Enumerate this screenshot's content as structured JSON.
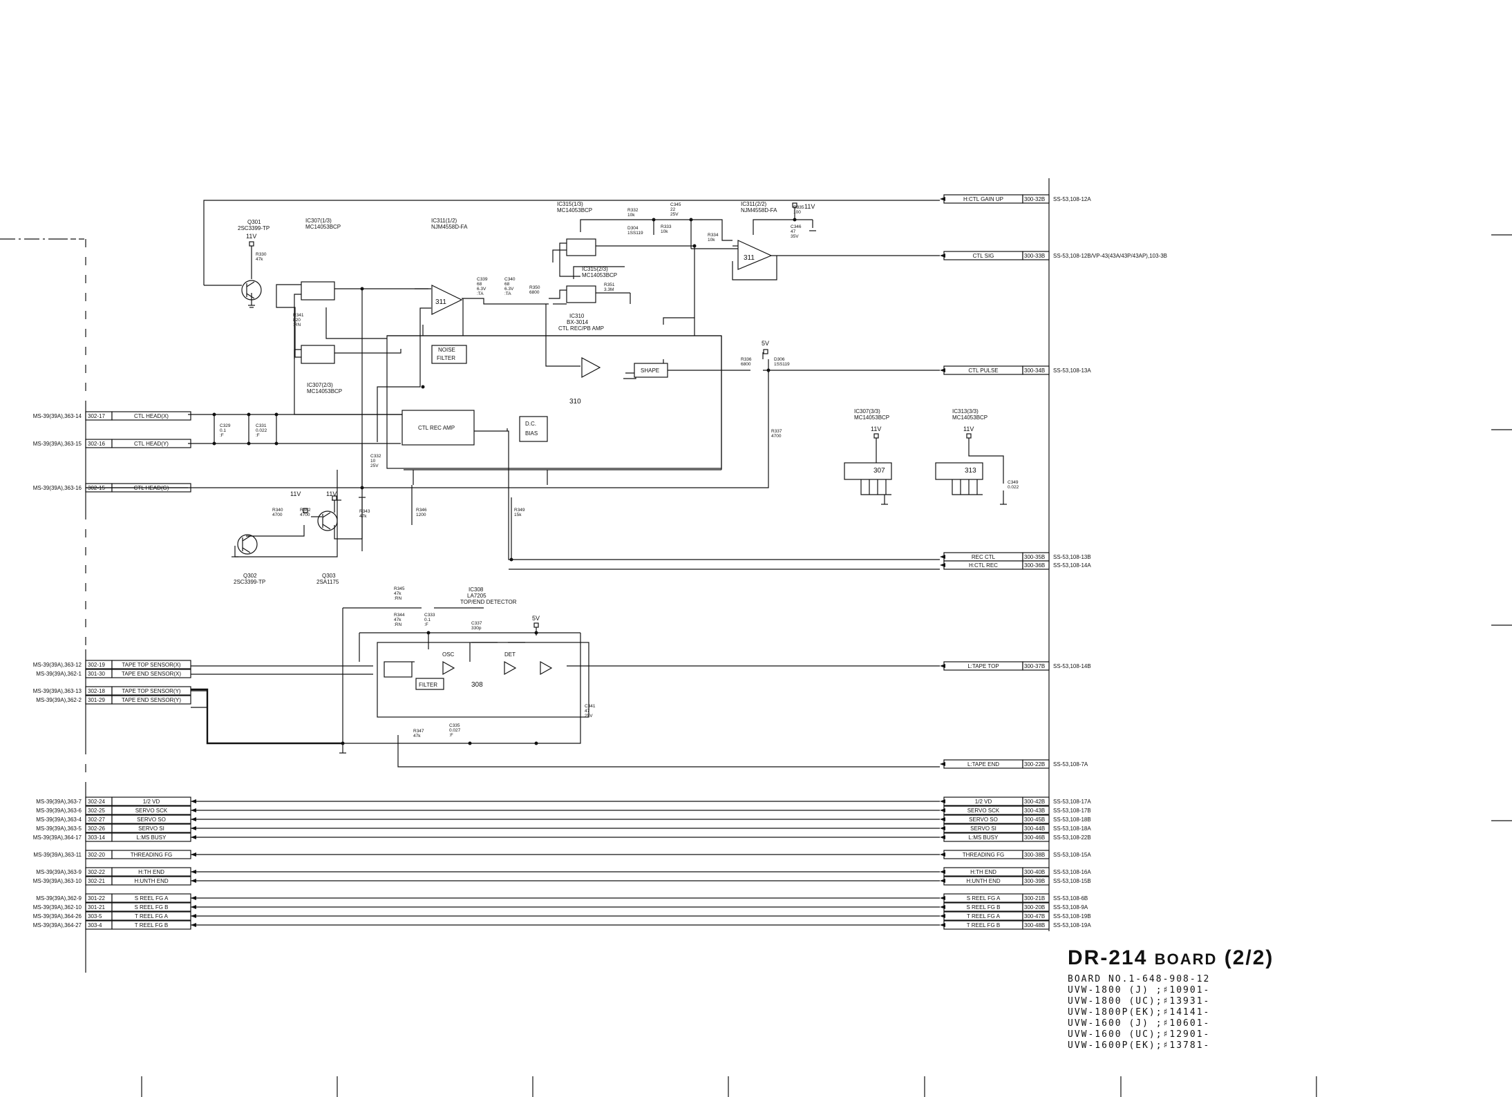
{
  "title": {
    "board": "DR-214",
    "board_word": "BOARD",
    "sheet": "(2/2)",
    "board_no": "BOARD NO.1-648-908-12",
    "models": [
      "UVW-1800 (J) ;♯10901-",
      "UVW-1800 (UC);♯13931-",
      "UVW-1800P(EK);♯14141-",
      "UVW-1600 (J) ;♯10601-",
      "UVW-1600 (UC);♯12901-",
      "UVW-1600P(EK);♯13781-"
    ]
  },
  "left_connectors": [
    {
      "ms": "MS-39(39A),363-14",
      "pin": "302-17",
      "sig": "CTL HEAD(X)"
    },
    {
      "ms": "MS-39(39A),363-15",
      "pin": "302-16",
      "sig": "CTL HEAD(Y)"
    },
    {
      "ms": "MS-39(39A),363-16",
      "pin": "302-15",
      "sig": "CTL HEAD(G)"
    },
    {
      "ms": "MS-39(39A),363-12",
      "pin": "302-19",
      "sig": "TAPE TOP SENSOR(X)"
    },
    {
      "ms": "MS-39(39A),362-1",
      "pin": "301-30",
      "sig": "TAPE END SENSOR(X)"
    },
    {
      "ms": "MS-39(39A),363-13",
      "pin": "302-18",
      "sig": "TAPE TOP SENSOR(Y)"
    },
    {
      "ms": "MS-39(39A),362-2",
      "pin": "301-29",
      "sig": "TAPE END SENSOR(Y)"
    },
    {
      "ms": "MS-39(39A),363-7",
      "pin": "302-24",
      "sig": "1/2 VD"
    },
    {
      "ms": "MS-39(39A),363-6",
      "pin": "302-25",
      "sig": "SERVO SCK"
    },
    {
      "ms": "MS-39(39A),363-4",
      "pin": "302-27",
      "sig": "SERVO SO"
    },
    {
      "ms": "MS-39(39A),363-5",
      "pin": "302-26",
      "sig": "SERVO SI"
    },
    {
      "ms": "MS-39(39A),364-17",
      "pin": "303-14",
      "sig": "L:MS BUSY"
    },
    {
      "ms": "MS-39(39A),363-11",
      "pin": "302-20",
      "sig": "THREADING FG"
    },
    {
      "ms": "MS-39(39A),363-9",
      "pin": "302-22",
      "sig": "H:TH END"
    },
    {
      "ms": "MS-39(39A),363-10",
      "pin": "302-21",
      "sig": "H:UNTH END"
    },
    {
      "ms": "MS-39(39A),362-9",
      "pin": "301-22",
      "sig": "S REEL FG A"
    },
    {
      "ms": "MS-39(39A),362-10",
      "pin": "301-21",
      "sig": "S REEL FG B"
    },
    {
      "ms": "MS-39(39A),364-26",
      "pin": "303-5",
      "sig": "T REEL FG A"
    },
    {
      "ms": "MS-39(39A),364-27",
      "pin": "303-4",
      "sig": "T REEL FG B"
    }
  ],
  "right_connectors": [
    {
      "sig": "H:CTL GAIN UP",
      "pin": "300-32B",
      "ss": "SS-53,108-12A"
    },
    {
      "sig": "CTL SIG",
      "pin": "300-33B",
      "ss": "SS-53,108-12B/VP-43(43A/43P/43AP),103-3B"
    },
    {
      "sig": "CTL PULSE",
      "pin": "300-34B",
      "ss": "SS-53,108-13A"
    },
    {
      "sig": "REC CTL",
      "pin": "300-35B",
      "ss": "SS-53,108-13B"
    },
    {
      "sig": "H:CTL REC",
      "pin": "300-36B",
      "ss": "SS-53,108-14A"
    },
    {
      "sig": "L:TAPE TOP",
      "pin": "300-37B",
      "ss": "SS-53,108-14B"
    },
    {
      "sig": "L:TAPE END",
      "pin": "300-22B",
      "ss": "SS-53,108-7A"
    },
    {
      "sig": "1/2 VD",
      "pin": "300-42B",
      "ss": "SS-53,108-17A"
    },
    {
      "sig": "SERVO SCK",
      "pin": "300-43B",
      "ss": "SS-53,108-17B"
    },
    {
      "sig": "SERVO SO",
      "pin": "300-45B",
      "ss": "SS-53,108-18B"
    },
    {
      "sig": "SERVO SI",
      "pin": "300-44B",
      "ss": "SS-53,108-18A"
    },
    {
      "sig": "L:MS BUSY",
      "pin": "300-46B",
      "ss": "SS-53,108-22B"
    },
    {
      "sig": "THREADING FG",
      "pin": "300-38B",
      "ss": "SS-53,108-15A"
    },
    {
      "sig": "H:TH END",
      "pin": "300-40B",
      "ss": "SS-53,108-16A"
    },
    {
      "sig": "H:UNTH END",
      "pin": "300-39B",
      "ss": "SS-53,108-15B"
    },
    {
      "sig": "S REEL FG A",
      "pin": "300-21B",
      "ss": "SS-53,108-6B"
    },
    {
      "sig": "S REEL FG B",
      "pin": "300-20B",
      "ss": "SS-53,108-9A"
    },
    {
      "sig": "T REEL FG A",
      "pin": "300-47B",
      "ss": "SS-53,108-19B"
    },
    {
      "sig": "T REEL FG B",
      "pin": "300-48B",
      "ss": "SS-53,108-19A"
    }
  ],
  "ics": {
    "ic315_1": {
      "ref": "IC315(1/3)",
      "part": "MC14053BCP"
    },
    "ic307_1": {
      "ref": "IC307(1/3)",
      "part": "MC14053BCP"
    },
    "ic311_1": {
      "ref": "IC311(1/2)",
      "part": "NJM4558D-FA"
    },
    "ic311_2": {
      "ref": "IC311(2/2)",
      "part": "NJM4558D-FA"
    },
    "ic315_2": {
      "ref": "IC315(2/3)",
      "part": "MC14053BCP"
    },
    "ic310": {
      "ref": "IC310",
      "part": "BX-3014",
      "desc": "CTL REC/PB AMP"
    },
    "ic307_2": {
      "ref": "IC307(2/3)",
      "part": "MC14053BCP"
    },
    "ic307_3": {
      "ref": "IC307(3/3)",
      "part": "MC14053BCP"
    },
    "ic313_3": {
      "ref": "IC313(3/3)",
      "part": "MC14053BCP"
    },
    "ic308": {
      "ref": "IC308",
      "part": "LA7205",
      "desc": "TOP/END DETECTOR"
    }
  },
  "blocks": {
    "noise_filter": [
      "NOISE",
      "FILTER"
    ],
    "shape": "SHAPE",
    "ctl_rec_amp": "CTL REC AMP",
    "dc_bias": [
      "D.C.",
      "BIAS"
    ],
    "osc": "OSC",
    "det": "DET",
    "filter": "FILTER",
    "n311a": "311",
    "n311b": "311",
    "n310": "310",
    "n308": "308",
    "n307": "307",
    "n313": "313"
  },
  "transistors": {
    "q301": {
      "ref": "Q301",
      "part": "2SC3399-TP"
    },
    "q302": {
      "ref": "Q302",
      "part": "2SC3399-TP"
    },
    "q303": {
      "ref": "Q303",
      "part": "2SA1175"
    }
  },
  "supplies": {
    "v11": "11V",
    "v5": "5V"
  },
  "components": {
    "r330": [
      "R330",
      "47k"
    ],
    "r341": [
      "R341",
      "820",
      ":RN"
    ],
    "r332": [
      "R332",
      "10k"
    ],
    "r333": [
      "R333",
      "10k"
    ],
    "r334": [
      "R334",
      "10k"
    ],
    "r335": [
      "R335",
      "100"
    ],
    "r350": [
      "R350",
      "6800"
    ],
    "r351": [
      "R351",
      "3.3M"
    ],
    "r336": [
      "R336",
      "6800"
    ],
    "r337": [
      "R337",
      "4700"
    ],
    "r340": [
      "R340",
      "4700"
    ],
    "r342": [
      "R342",
      "4700"
    ],
    "r343": [
      "R343",
      "47k"
    ],
    "r346": [
      "R346",
      "1200"
    ],
    "r349": [
      "R349",
      "15k"
    ],
    "r345": [
      "R345",
      "47k",
      ":RN"
    ],
    "r344": [
      "R344",
      "47k",
      ":RN"
    ],
    "r347": [
      "R347",
      "47k"
    ],
    "c339": [
      "C339",
      "68",
      "6.3V",
      ":TA"
    ],
    "c340": [
      "C340",
      "68",
      "6.3V",
      ":TA"
    ],
    "c345": [
      "C345",
      "22",
      "25V"
    ],
    "c346": [
      "C346",
      "47",
      "35V"
    ],
    "c329": [
      "C329",
      "0.1",
      ":F"
    ],
    "c331": [
      "C331",
      "0.022",
      ":F"
    ],
    "c332": [
      "C332",
      "10",
      "25V"
    ],
    "c333": [
      "C333",
      "0.1",
      ":F"
    ],
    "c337": [
      "C337",
      "330p"
    ],
    "c335": [
      "C335",
      "0.027",
      ":F"
    ],
    "c341": [
      "C341",
      "47",
      "25V"
    ],
    "c349": [
      "C349",
      "0.022"
    ],
    "d304": [
      "D304",
      "1SS119"
    ],
    "d306": [
      "D306",
      "1SS119"
    ]
  }
}
